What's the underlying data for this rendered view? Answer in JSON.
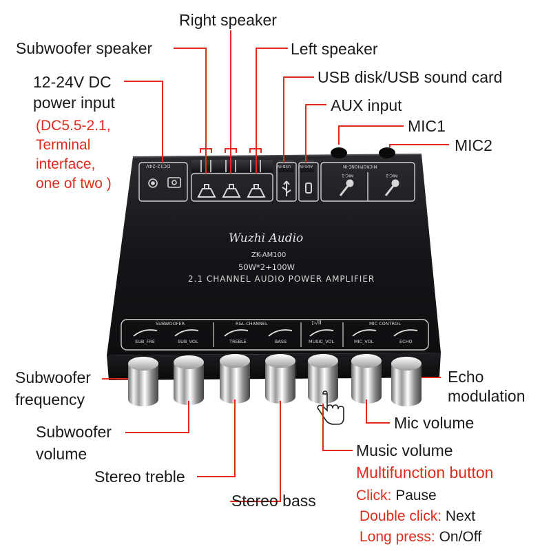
{
  "labels": {
    "right_speaker": "Right speaker",
    "subwoofer_speaker": "Subwoofer speaker",
    "left_speaker": "Left speaker",
    "power_input_line1": "12-24V DC",
    "power_input_line2": "power input",
    "power_note_line1": "(DC5.5-2.1,",
    "power_note_line2": "Terminal",
    "power_note_line3": "interface,",
    "power_note_line4": "one of two )",
    "usb": "USB disk/USB sound card",
    "aux": "AUX input",
    "mic1": "MIC1",
    "mic2": "MIC2",
    "sub_freq_line1": "Subwoofer",
    "sub_freq_line2": "frequency",
    "sub_vol_line1": "Subwoofer",
    "sub_vol_line2": "volume",
    "stereo_treble": "Stereo treble",
    "stereo_bass": "Stereo bass",
    "echo_line1": "Echo",
    "echo_line2": "modulation",
    "mic_volume": "Mic volume",
    "music_volume": "Music volume",
    "multifunction": "Multifunction button",
    "click_key": "Click:",
    "click_val": "Pause",
    "double_key": "Double click:",
    "double_val": "Next",
    "long_key": "Long press:",
    "long_val": "On/Off"
  },
  "panel": {
    "brand": "Wuzhi Audio",
    "model": "ZK-AM100",
    "power": "50W*2+100W",
    "description": "2.1 CHANNEL AUDIO POWER AMPLIFIER",
    "dc_label": "DC12-24V",
    "usb_label": "USB-IN",
    "aux_label": "AUX-IN",
    "mic_in_label": "MICROPHONE-IN",
    "mic1_label": "MIC-1",
    "mic2_label": "MIC-2",
    "group_subwoofer": "SUBWOOFER",
    "group_rl": "R&L CHANNEL",
    "group_play": "▷/II",
    "group_mic": "MIC CONTROL",
    "knob_sub_fre": "SUB_FRE",
    "knob_sub_vol": "SUB_VOL",
    "knob_treble": "TREBLE",
    "knob_bass": "BASS",
    "knob_music_vol": "MUSIC_VOL",
    "knob_mic_vol": "MIC_VOL",
    "knob_echo": "ECHO"
  },
  "colors": {
    "accent_red": "#e02a1c",
    "text": "#1a1a1a",
    "board": "#16171a"
  }
}
